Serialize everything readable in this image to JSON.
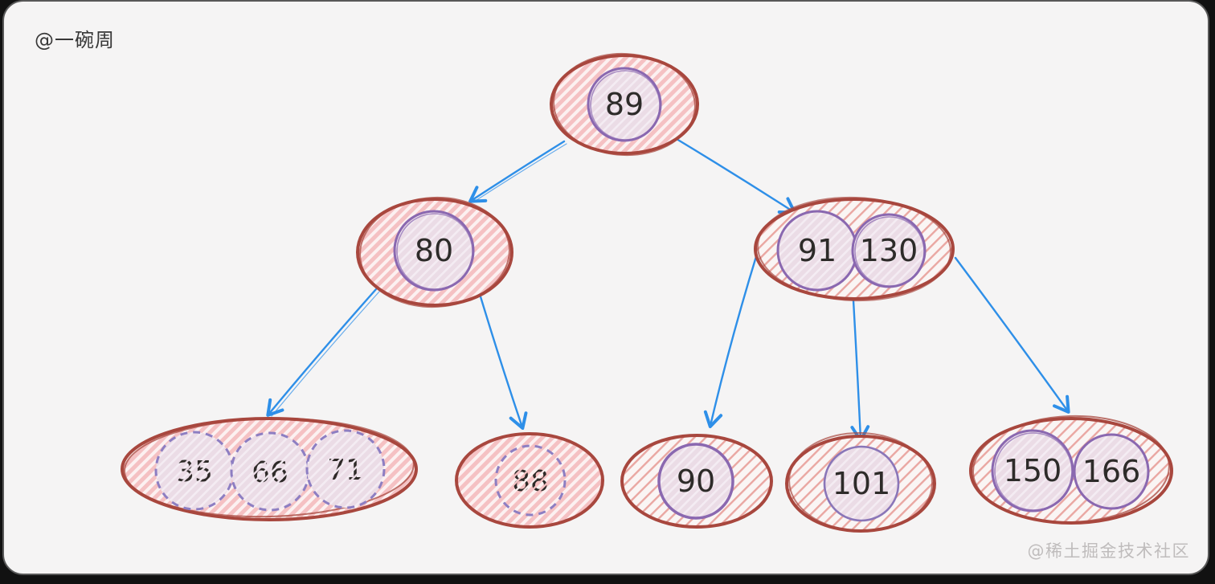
{
  "watermarks": {
    "top_left": "@一碗周",
    "bottom_right": "@稀土掘金技术社区"
  },
  "diagram": {
    "type": "b-tree",
    "nodes": [
      {
        "id": "root",
        "level": 0,
        "keys": [
          "89"
        ],
        "key_circle_style": "solid"
      },
      {
        "id": "n80",
        "level": 1,
        "keys": [
          "80"
        ],
        "key_circle_style": "solid"
      },
      {
        "id": "n91_130",
        "level": 1,
        "keys": [
          "91",
          "130"
        ],
        "key_circle_style": "solid"
      },
      {
        "id": "leaf_35_66_71",
        "level": 2,
        "keys": [
          "35",
          "66",
          "71"
        ],
        "key_circle_style": "dashed"
      },
      {
        "id": "leaf_88",
        "level": 2,
        "keys": [
          "88"
        ],
        "key_circle_style": "dashed"
      },
      {
        "id": "leaf_90",
        "level": 2,
        "keys": [
          "90"
        ],
        "key_circle_style": "solid"
      },
      {
        "id": "leaf_101",
        "level": 2,
        "keys": [
          "101"
        ],
        "key_circle_style": "solid"
      },
      {
        "id": "leaf_150_166",
        "level": 2,
        "keys": [
          "150",
          "166"
        ],
        "key_circle_style": "solid"
      }
    ],
    "edges": [
      {
        "from": "root",
        "to": "n80"
      },
      {
        "from": "root",
        "to": "n91_130"
      },
      {
        "from": "n80",
        "to": "leaf_35_66_71"
      },
      {
        "from": "n80",
        "to": "leaf_88"
      },
      {
        "from": "n91_130",
        "to": "leaf_90"
      },
      {
        "from": "n91_130",
        "to": "leaf_101"
      },
      {
        "from": "n91_130",
        "to": "leaf_150_166"
      }
    ]
  },
  "colors": {
    "canvas_bg": "#f5f4f4",
    "frame_bg": "#111111",
    "node_outline": "#a8473e",
    "hatch_pink": "#f5c1c3",
    "key_circle_outline": "#8a68b0",
    "key_circle_dashed_outline": "#8d7ec2",
    "key_circle_fill": "#ebdce8",
    "arrow": "#2e8fe8",
    "ink": "#2d2b29",
    "watermark_dark": "#383838",
    "watermark_light": "#bfbcbc"
  }
}
